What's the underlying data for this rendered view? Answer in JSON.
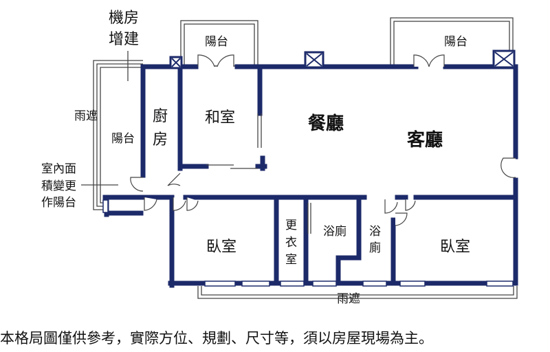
{
  "annotations": {
    "mech_room_line1": "機房",
    "mech_room_line2": "增建",
    "rain_cover_left": "雨遮",
    "rain_cover_bottom": "雨遮",
    "converted_line1": "室內面",
    "converted_line2": "積變更",
    "converted_line3": "作陽台"
  },
  "rooms": {
    "balcony_top_left": "陽台",
    "balcony_top_right": "陽台",
    "balcony_left": "陽台",
    "kitchen_line1": "廚",
    "kitchen_line2": "房",
    "japanese_room": "和室",
    "dining": "餐廳",
    "living": "客廳",
    "bedroom_left": "臥室",
    "closet_line1": "更",
    "closet_line2": "衣",
    "closet_line3": "室",
    "bath_1": "浴廁",
    "bath_2_line1": "浴",
    "bath_2_line2": "廁",
    "bedroom_right": "臥室"
  },
  "disclaimer": "本格局圖僅供參考，實際方位、規劃、尺寸等，須以房屋現場為主。",
  "colors": {
    "wall": "#1c2a6a",
    "line": "#444444",
    "background": "#ffffff"
  }
}
